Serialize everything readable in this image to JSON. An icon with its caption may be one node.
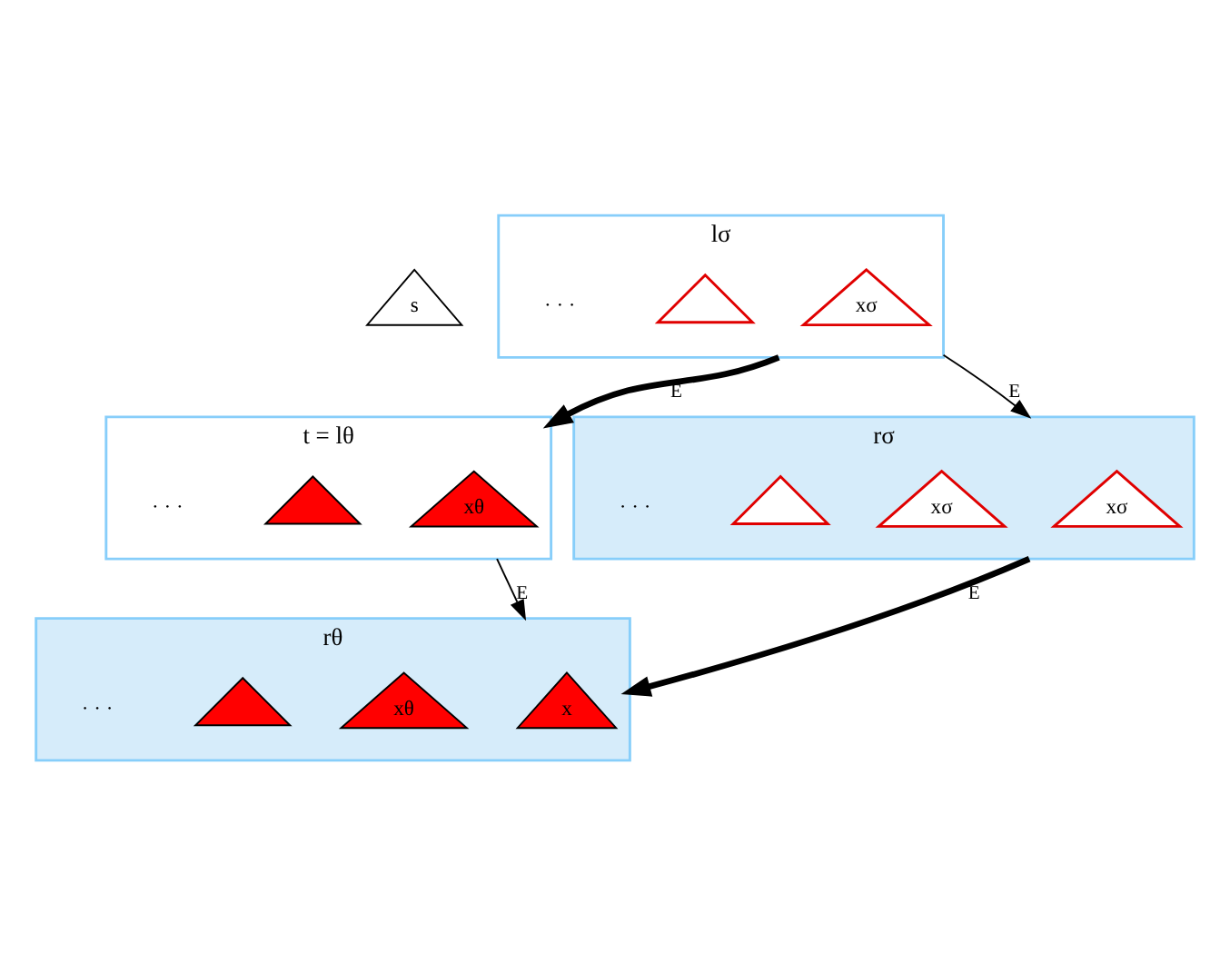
{
  "diagram": {
    "nodes": [
      {
        "text": [
          "s"
        ]
      },
      {
        "text": [
          "lσ"
        ]
      },
      {
        "text": [
          "xσ"
        ],
        "in": 1
      },
      {
        "text": [],
        "shape": "triangle",
        "in": 1
      },
      {
        "text": [
          "t = lθ"
        ]
      },
      {
        "text": [
          "xθ"
        ],
        "in": 4
      },
      {
        "text": [],
        "shape": "triangle",
        "in": 4
      },
      {
        "text": [
          "rσ"
        ]
      },
      {
        "text": [
          "xσ"
        ],
        "in": 7
      },
      {
        "text": [
          "xσ"
        ],
        "in": 7
      },
      {
        "text": [],
        "shape": "triangle",
        "in": 7
      },
      {
        "text": [
          "rθ"
        ]
      },
      {
        "text": [
          "x"
        ],
        "in": 11
      },
      {
        "text": [
          "xθ"
        ],
        "in": 11
      },
      {
        "text": [],
        "shape": "triangle",
        "in": 11
      }
    ],
    "edges": [
      {
        "from": 1,
        "to": 4,
        "arrow": "to",
        "label": "E",
        "style": "thick"
      },
      {
        "from": 1,
        "to": 7,
        "arrow": "to",
        "label": "E"
      },
      {
        "from": 4,
        "to": 11,
        "arrow": "to",
        "label": "E"
      },
      {
        "from": 7,
        "to": 11,
        "arrow": "to",
        "label": "E",
        "style": "thick"
      }
    ],
    "labels": [
      "· · ·",
      "· · ·",
      "· · ·",
      "· · ·"
    ]
  }
}
